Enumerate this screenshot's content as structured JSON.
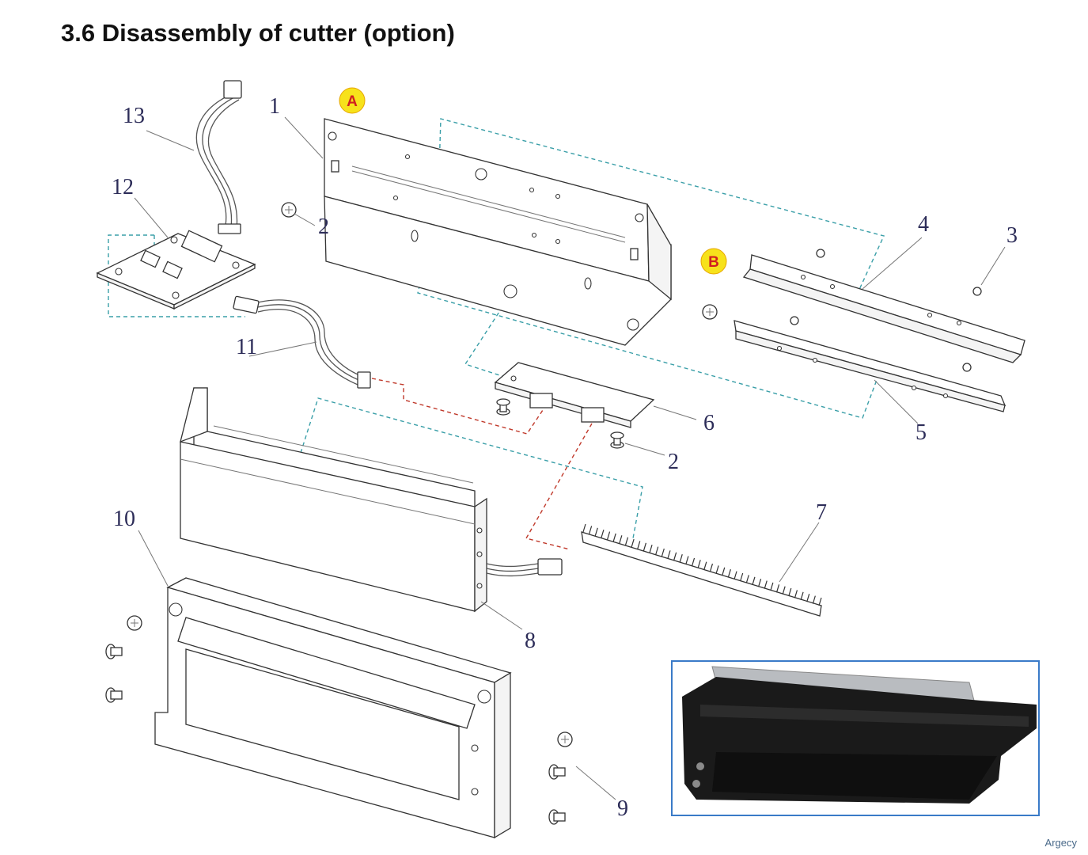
{
  "page": {
    "title": "3.6 Disassembly of cutter (option)",
    "watermark": "Argecy"
  },
  "badges": [
    {
      "id": "A",
      "label": "A",
      "color": "#f7e21b"
    },
    {
      "id": "B",
      "label": "B",
      "color": "#f7e21b"
    }
  ],
  "callouts": {
    "c1": "1",
    "c2a": "2",
    "c2b": "2",
    "c3": "3",
    "c4": "4",
    "c5": "5",
    "c6": "6",
    "c7": "7",
    "c8": "8",
    "c9": "9",
    "c10": "10",
    "c11": "11",
    "c12": "12",
    "c13": "13"
  },
  "colors": {
    "guide_teal": "#3a9fa8",
    "guide_red": "#c0392b",
    "callout_text": "#2c2c58",
    "photo_frame": "#3a7bc8"
  }
}
